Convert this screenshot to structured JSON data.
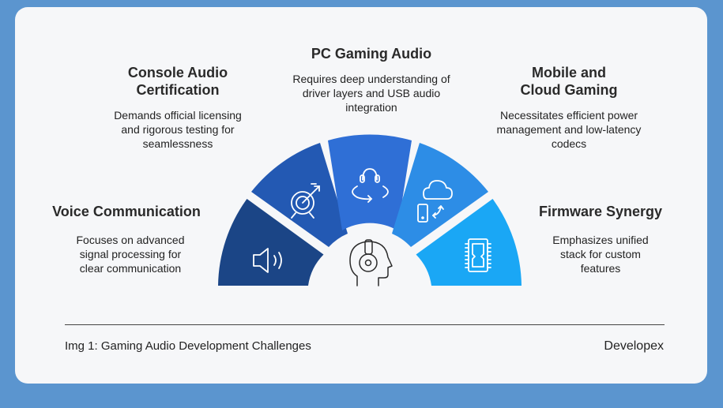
{
  "diagram": {
    "center_icon": "head-with-headset-icon",
    "segments": [
      {
        "title": "Voice Communication",
        "description": "Focuses on advanced signal processing for clear communication",
        "icon": "speaker-volume-icon",
        "color": "#1b4586"
      },
      {
        "title": "Console Audio Certification",
        "description": "Demands official licensing and rigorous testing for seamlessness",
        "icon": "target-dart-icon",
        "color": "#2359b3"
      },
      {
        "title": "PC Gaming Audio",
        "description": "Requires deep understanding of driver layers and USB audio integration",
        "icon": "headphones-cycle-icon",
        "color": "#2f6fd6"
      },
      {
        "title": "Mobile and Cloud Gaming",
        "description": "Necessitates efficient power management and low-latency codecs",
        "icon": "cloud-phone-sync-icon",
        "color": "#2d8de6"
      },
      {
        "title": "Firmware Synergy",
        "description": "Emphasizes unified stack for custom features",
        "icon": "chip-icon",
        "color": "#1aa7f5"
      }
    ]
  },
  "footer": {
    "caption": "Img 1: Gaming Audio Development Challenges",
    "brand": "Developex"
  }
}
